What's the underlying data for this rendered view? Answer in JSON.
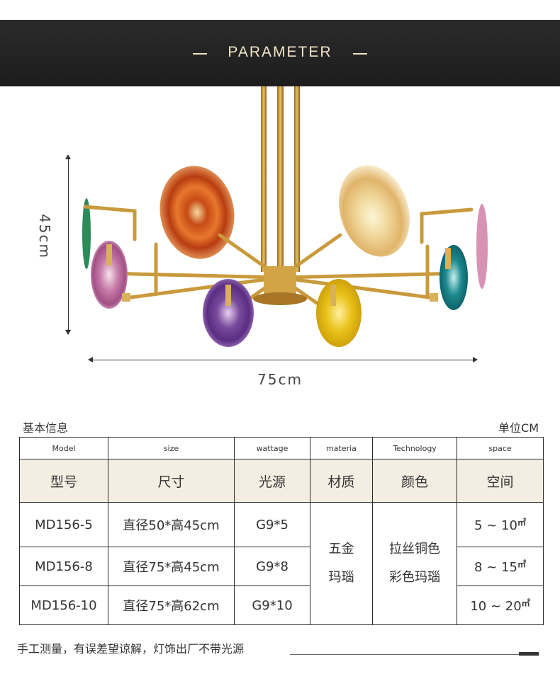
{
  "banner": {
    "title": "PARAMETER"
  },
  "dimensions": {
    "height_label": "45cm",
    "width_label": "75cm"
  },
  "product_image": {
    "description": "chandelier-with-agate-slices"
  },
  "info": {
    "label": "基本信息",
    "unit": "单位CM"
  },
  "table": {
    "headers_en": [
      "Model",
      "size",
      "wattage",
      "materia",
      "Technology",
      "space"
    ],
    "headers_cn": [
      "型号",
      "尺寸",
      "光源",
      "材质",
      "颜色",
      "空间"
    ],
    "rows": [
      {
        "model": "MD156-5",
        "size": "直径50*高45cm",
        "wattage": "G9*5",
        "space": "5 ~ 10",
        "space_unit": "㎡"
      },
      {
        "model": "MD156-8",
        "size": "直径75*高45cm",
        "wattage": "G9*8",
        "space": "8 ~ 15",
        "space_unit": "㎡"
      },
      {
        "model": "MD156-10",
        "size": "直径75*高62cm",
        "wattage": "G9*10",
        "space": "10 ~ 20",
        "space_unit": "㎡"
      }
    ],
    "material": [
      "五金",
      "玛瑙"
    ],
    "color": [
      "拉丝铜色",
      "彩色玛瑙"
    ]
  },
  "footnote": "手工测量，有误差望谅解，灯饰出厂不带光源"
}
